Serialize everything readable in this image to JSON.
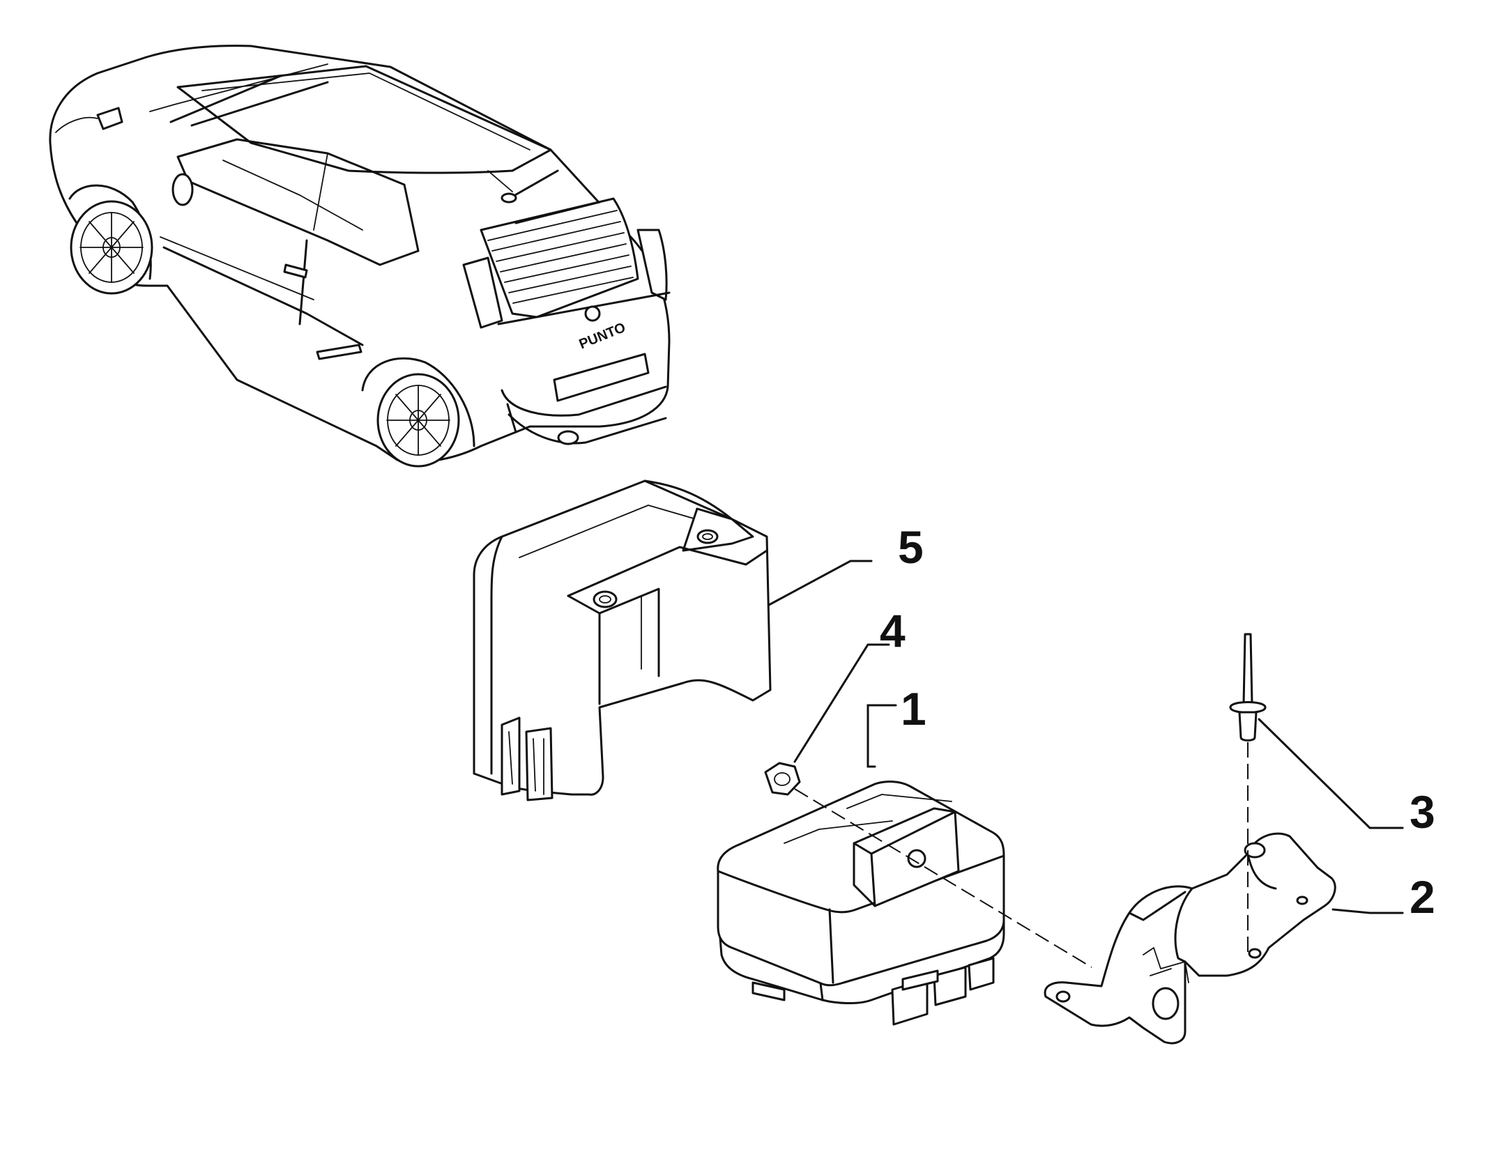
{
  "callouts": [
    {
      "id": "callout-1",
      "label": "1"
    },
    {
      "id": "callout-2",
      "label": "2"
    },
    {
      "id": "callout-3",
      "label": "3"
    },
    {
      "id": "callout-4",
      "label": "4"
    },
    {
      "id": "callout-5",
      "label": "5"
    }
  ],
  "car": {
    "badge_text": "PUNTO"
  }
}
